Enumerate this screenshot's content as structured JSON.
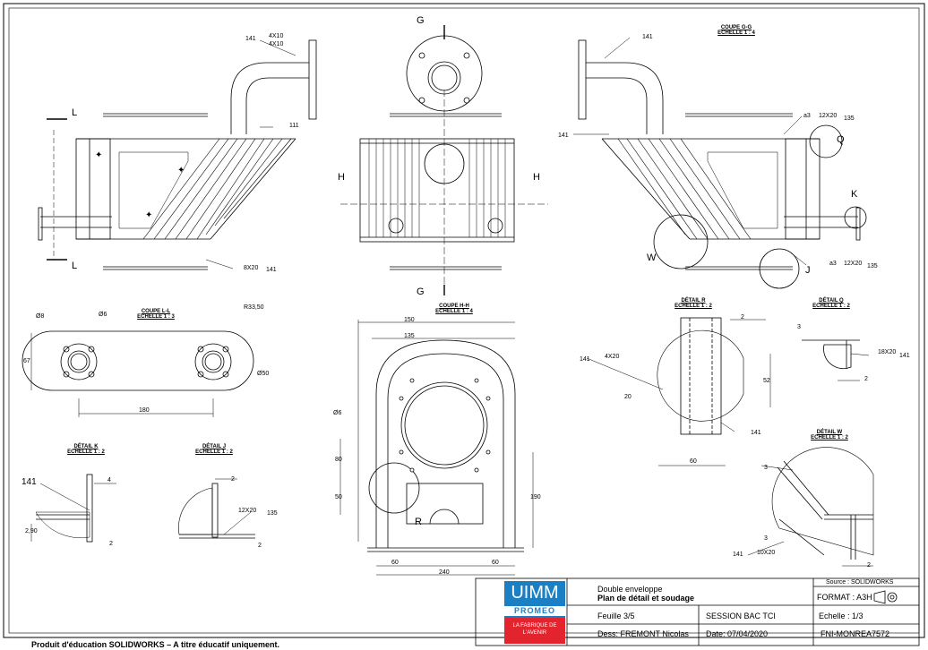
{
  "views": {
    "coupe_gg": {
      "title": "COUPE G-G",
      "scale": "ECHELLE 1 : 4"
    },
    "coupe_ll": {
      "title": "COUPE L-L",
      "scale": "ECHELLE 1 : 3"
    },
    "coupe_hh": {
      "title": "COUPE H-H",
      "scale": "ECHELLE 1 : 4"
    },
    "detail_r": {
      "title": "DÉTAIL R",
      "scale": "ECHELLE 1 : 2"
    },
    "detail_q": {
      "title": "DÉTAIL Q",
      "scale": "ECHELLE 1 : 2"
    },
    "detail_w": {
      "title": "DÉTAIL W",
      "scale": "ECHELLE 1 : 2"
    },
    "detail_k": {
      "title": "DÉTAIL K",
      "scale": "ECHELLE 1 : 2"
    },
    "detail_j": {
      "title": "DÉTAIL J",
      "scale": "ECHELLE 1 : 2"
    }
  },
  "section_letters": {
    "l": "L",
    "g": "G",
    "h": "H",
    "w": "W",
    "q": "Q",
    "k": "K",
    "j": "J",
    "r": "R"
  },
  "weld_symbols": {
    "w141": "141",
    "w111": "111",
    "w4x10": "4X10",
    "w8x20": "8X20",
    "w12x20": "12X20",
    "w135": "135",
    "a3": "a3",
    "w4x20": "4X20",
    "w18x20": "18X20",
    "w10x20": "10X20"
  },
  "dimensions": {
    "d67": "67",
    "d180": "180",
    "dphi50": "Ø50",
    "dphi8": "Ø8",
    "dphi6": "Ø6",
    "dr33": "R33,50",
    "d150": "150",
    "d135": "135",
    "d80": "80",
    "d50": "50",
    "d60": "60",
    "d240": "240",
    "d190": "190",
    "d2": "2",
    "d52": "52",
    "d20": "20",
    "d4": "4",
    "d290": "2,90",
    "d3": "3"
  },
  "title_block": {
    "logo_main": "UIMM",
    "logo_sub": "PROMEO",
    "logo_tag": "LA FABRIQUE DE L'AVENIR",
    "designation_1": "Double enveloppe",
    "designation_2": "Plan de détail et soudage",
    "source": "Source : SOLIDWORKS",
    "format": "FORMAT : A3H",
    "sheet": "Feuille 3/5",
    "session": "SESSION BAC TCI",
    "scale": "Echelle : 1/3",
    "drawer": "Dess: FREMONT Nicolas",
    "date": "Date: 07/04/2020",
    "reference": "FNI-MONREA7572"
  },
  "footer_note": "Produit d'éducation SOLIDWORKS – A titre éducatif uniquement."
}
